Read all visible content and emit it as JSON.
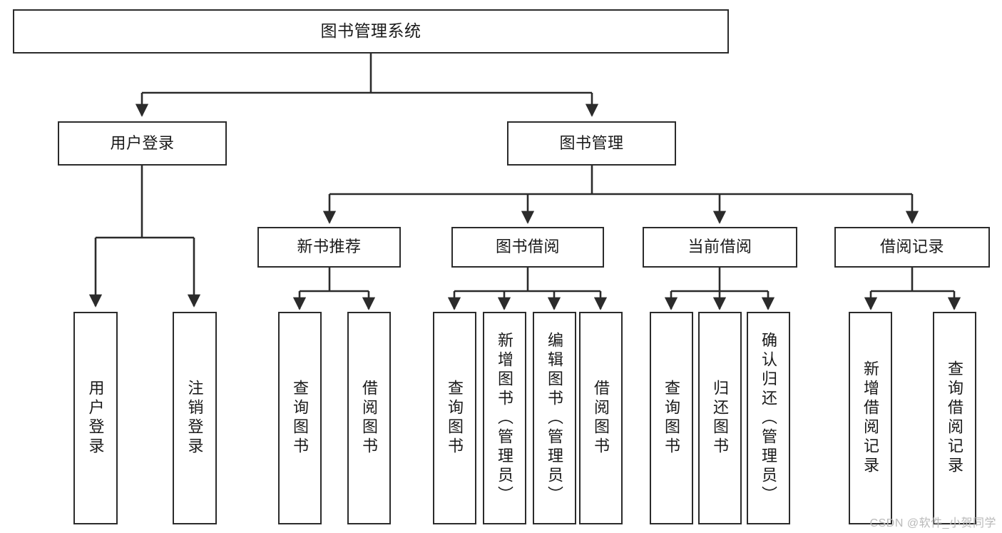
{
  "diagram": {
    "title": "图书管理系统",
    "type": "tree-hierarchy",
    "stroke_color": "#2b2b2b",
    "background_color": "#ffffff",
    "text_color": "#1a1a1a"
  },
  "nodes": {
    "root": {
      "label": "图书管理系统"
    },
    "level2": [
      {
        "label": "用户登录"
      },
      {
        "label": "图书管理"
      }
    ],
    "level3": [
      {
        "label": "新书推荐"
      },
      {
        "label": "图书借阅"
      },
      {
        "label": "当前借阅"
      },
      {
        "label": "借阅记录"
      }
    ],
    "leaves_user_login": [
      {
        "label": "用户登录"
      },
      {
        "label": "注销登录"
      }
    ],
    "leaves_new_book": [
      {
        "label": "查询图书"
      },
      {
        "label": "借阅图书"
      }
    ],
    "leaves_borrow": [
      {
        "label": "查询图书"
      },
      {
        "label": "新增图书（管理员）"
      },
      {
        "label": "编辑图书（管理员）"
      },
      {
        "label": "借阅图书"
      }
    ],
    "leaves_current": [
      {
        "label": "查询图书"
      },
      {
        "label": "归还图书"
      },
      {
        "label": "确认归还（管理员）"
      }
    ],
    "leaves_record": [
      {
        "label": "新增借阅记录"
      },
      {
        "label": "查询借阅记录"
      }
    ]
  },
  "watermark": {
    "text": "CSDN @软件_小贺同学",
    "color": "#b9b9b9"
  }
}
